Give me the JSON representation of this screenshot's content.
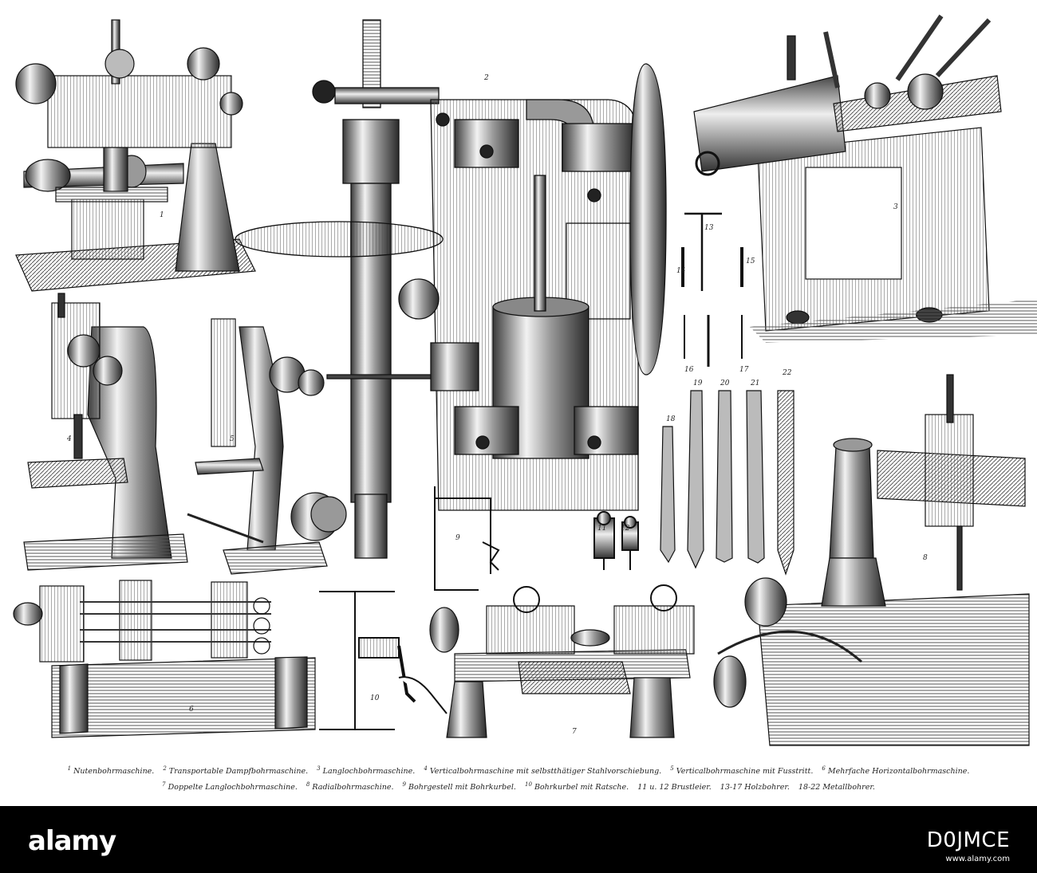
{
  "figures": [
    {
      "label": "1"
    },
    {
      "label": "2"
    },
    {
      "label": "3"
    },
    {
      "label": "4"
    },
    {
      "label": "5"
    },
    {
      "label": "6"
    },
    {
      "label": "7"
    },
    {
      "label": "8"
    },
    {
      "label": "9"
    },
    {
      "label": "10"
    },
    {
      "label": "11"
    },
    {
      "label": "12"
    },
    {
      "label": "13"
    },
    {
      "label": "14"
    },
    {
      "label": "15"
    },
    {
      "label": "16"
    },
    {
      "label": "17"
    },
    {
      "label": "18"
    },
    {
      "label": "19"
    },
    {
      "label": "20"
    },
    {
      "label": "21"
    },
    {
      "label": "22"
    }
  ],
  "captions": {
    "c1_num": "1",
    "c1": "Nutenbohrmaschine.",
    "c2_num": "2",
    "c2": "Transportable Dampfbohrmaschine.",
    "c3_num": "3",
    "c3": "Langlochbohrmaschine.",
    "c4_num": "4",
    "c4": "Verticalbohrmaschine mit selbstthätiger Stahlvorschiebung.",
    "c5_num": "5",
    "c5": "Verticalbohrmaschine mit Fusstritt.",
    "c6_num": "6",
    "c6": "Mehrfache Horizontalbohrmaschine.",
    "c7_num": "7",
    "c7": "Doppelte Langlochbohrmaschine.",
    "c8_num": "8",
    "c8": "Radialbohrmaschine.",
    "c9_num": "9",
    "c9": "Bohrgestell mit Bohrkurbel.",
    "c10_num": "10",
    "c10": "Bohrkurbel mit Ratsche.",
    "c11_num": "11 u. 12",
    "c11": "Brustleier.",
    "c13_num": "13-17",
    "c13": "Holzbohrer.",
    "c18_num": "18-22",
    "c18": "Metallbohrer."
  },
  "watermark": {
    "logo": "alamy",
    "image_id": "D0JMCE",
    "url": "www.alamy.com"
  }
}
